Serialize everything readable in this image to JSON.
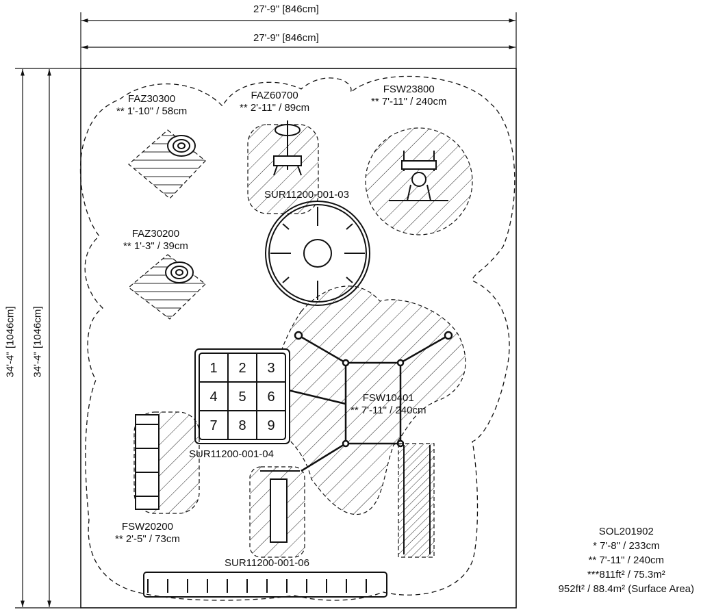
{
  "dimensions": {
    "width_outer": "27'-9\" [846cm]",
    "width_inner": "27'-9\" [846cm]",
    "height_outer": "34'-4\" [1046cm]",
    "height_inner": "34'-4\" [1046cm]"
  },
  "equipment": [
    {
      "code": "FAZ30300",
      "height": "** 1'-10\" / 58cm"
    },
    {
      "code": "FAZ60700",
      "height": "** 2'-11\" / 89cm"
    },
    {
      "code": "FSW23800",
      "height": "** 7'-11\" / 240cm"
    },
    {
      "code": "FAZ30200",
      "height": "** 1'-3\" / 39cm"
    },
    {
      "code": "FSW10401",
      "height": "** 7'-11\" / 240cm"
    },
    {
      "code": "FSW20200",
      "height": "** 2'-5\" / 73cm"
    }
  ],
  "surfaces": [
    "SUR11200-001-03",
    "SUR11200-001-04",
    "SUR11200-001-06"
  ],
  "hopscotch_numbers": [
    "1",
    "2",
    "3",
    "4",
    "5",
    "6",
    "7",
    "8",
    "9"
  ],
  "summary": {
    "code": "SOL201902",
    "line1": "* 7'-8\" / 233cm",
    "line2": "** 7'-11\" / 240cm",
    "line3": "***811ft² / 75.3m²",
    "line4": "952ft² / 88.4m² (Surface Area)"
  }
}
